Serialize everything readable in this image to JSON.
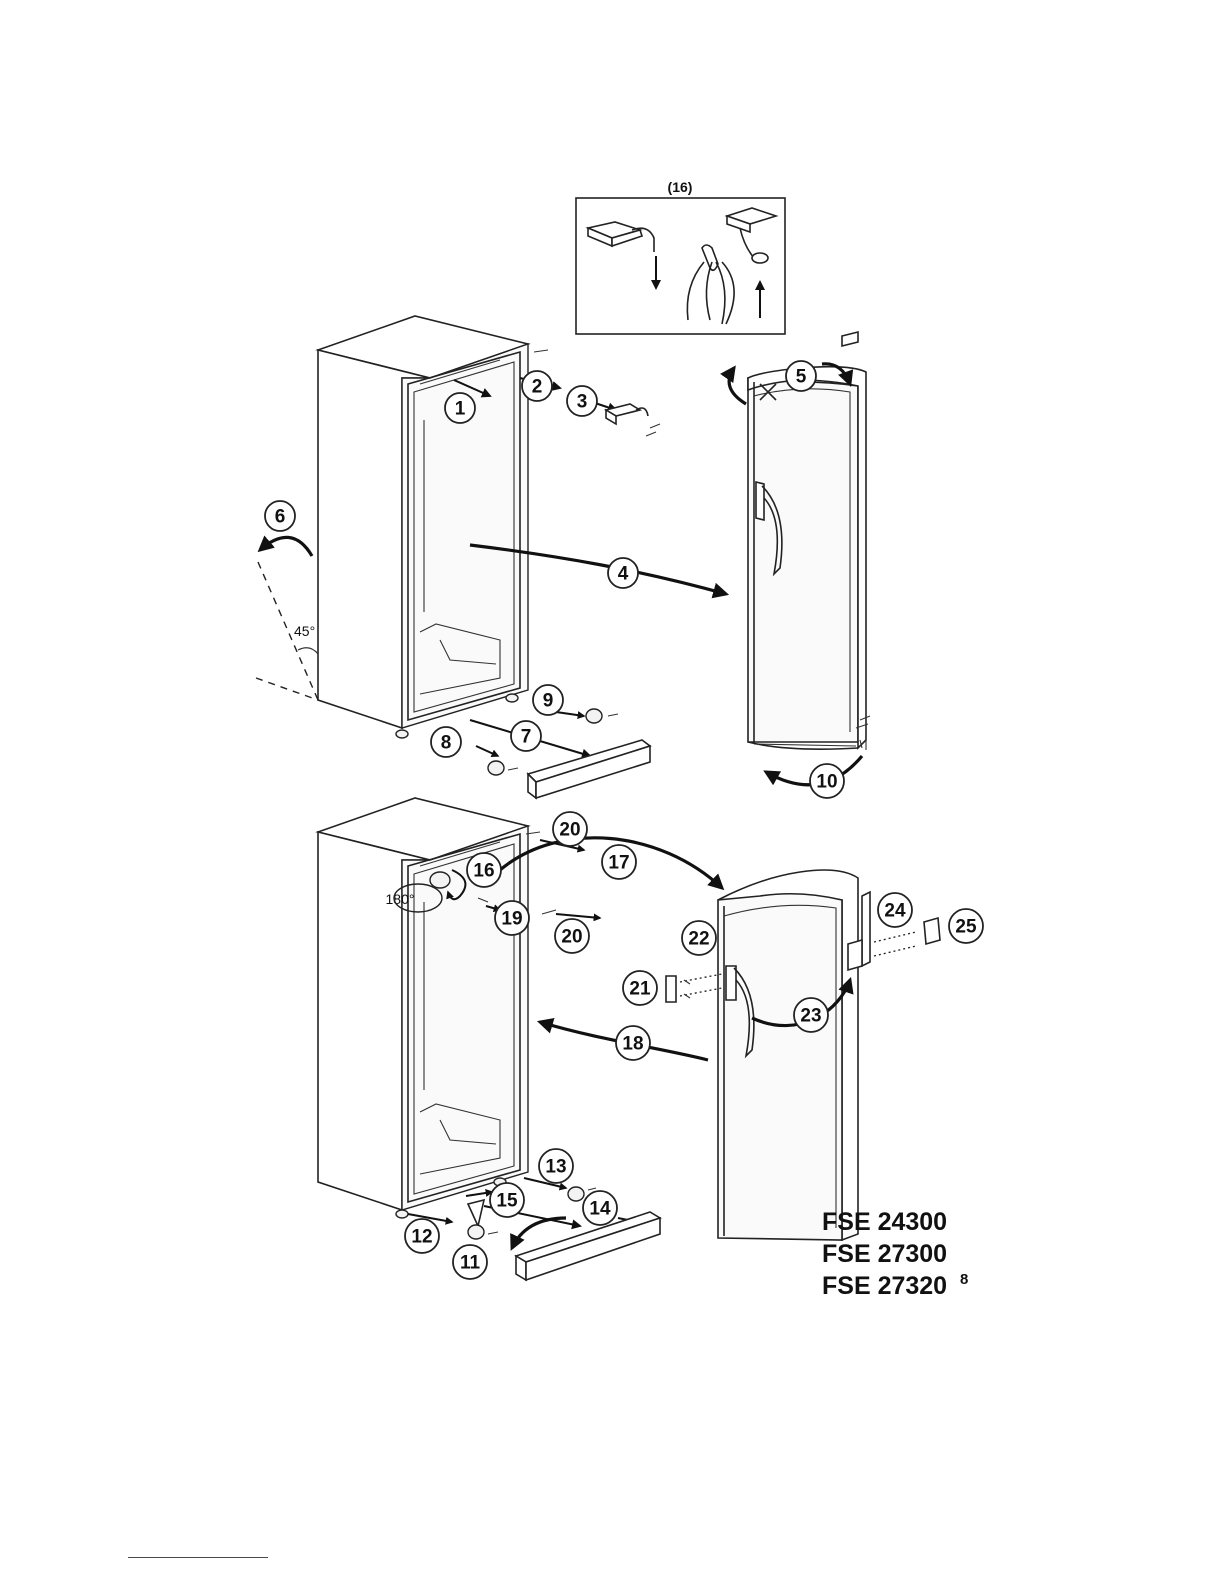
{
  "inset_label": "(16)",
  "angle_label": "45°",
  "rotation_label": "180°",
  "steps": [
    "1",
    "2",
    "3",
    "4",
    "5",
    "6",
    "7",
    "8",
    "9",
    "10",
    "11",
    "12",
    "13",
    "14",
    "15",
    "16",
    "17",
    "18",
    "19",
    "20",
    "20",
    "21",
    "22",
    "23",
    "24",
    "25"
  ],
  "models": [
    "FSE 24300",
    "FSE 27300",
    "FSE 27320"
  ],
  "page_number": "8"
}
